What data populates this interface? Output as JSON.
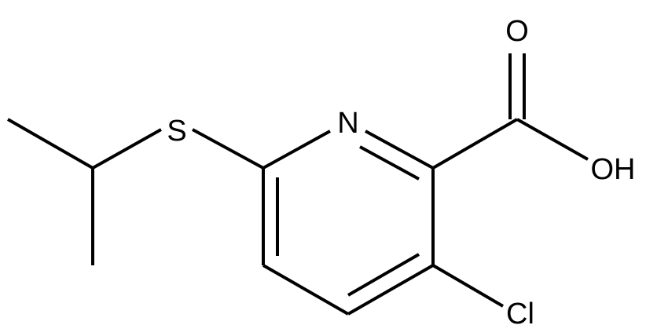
{
  "molecule": {
    "atoms": {
      "sulfur": "S",
      "nitrogen": "N",
      "carbonyl_oxygen": "O",
      "hydroxyl": "OH",
      "chlorine": "Cl"
    }
  }
}
